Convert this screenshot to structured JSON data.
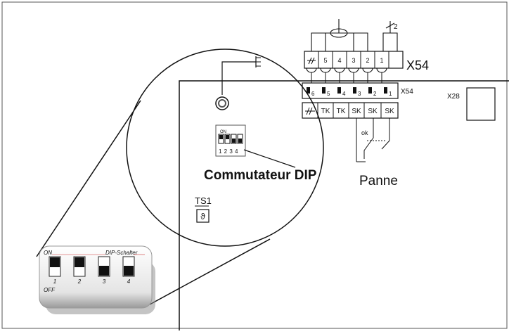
{
  "schematic": {
    "connector_x54_label": "X54",
    "connector_x54_small_label": "X54",
    "connector_x28_label": "X28",
    "top_pins": [
      "5",
      "4",
      "3",
      "2",
      "1"
    ],
    "wire_count_mark": "2",
    "row2_pins": [
      "6",
      "5",
      "4",
      "3",
      "2",
      "1"
    ],
    "terminal_labels": [
      "TK",
      "TK",
      "SK",
      "SK",
      "SK"
    ],
    "relay_label": "ok",
    "fault_label": "Panne",
    "dip_caption": "Commutateur DIP",
    "dip_small_on": "ON",
    "dip_small_numbers": "1 2 3 4",
    "sensor_label": "TS1",
    "sensor_symbol": "ϑ"
  },
  "dip_switch_zoom": {
    "on_label": "ON",
    "off_label": "OFF",
    "brand_label": "DIP-Schalter",
    "switch_numbers": [
      "1",
      "2",
      "3",
      "4"
    ],
    "switch_states": [
      "ON",
      "ON",
      "OFF",
      "OFF"
    ]
  }
}
